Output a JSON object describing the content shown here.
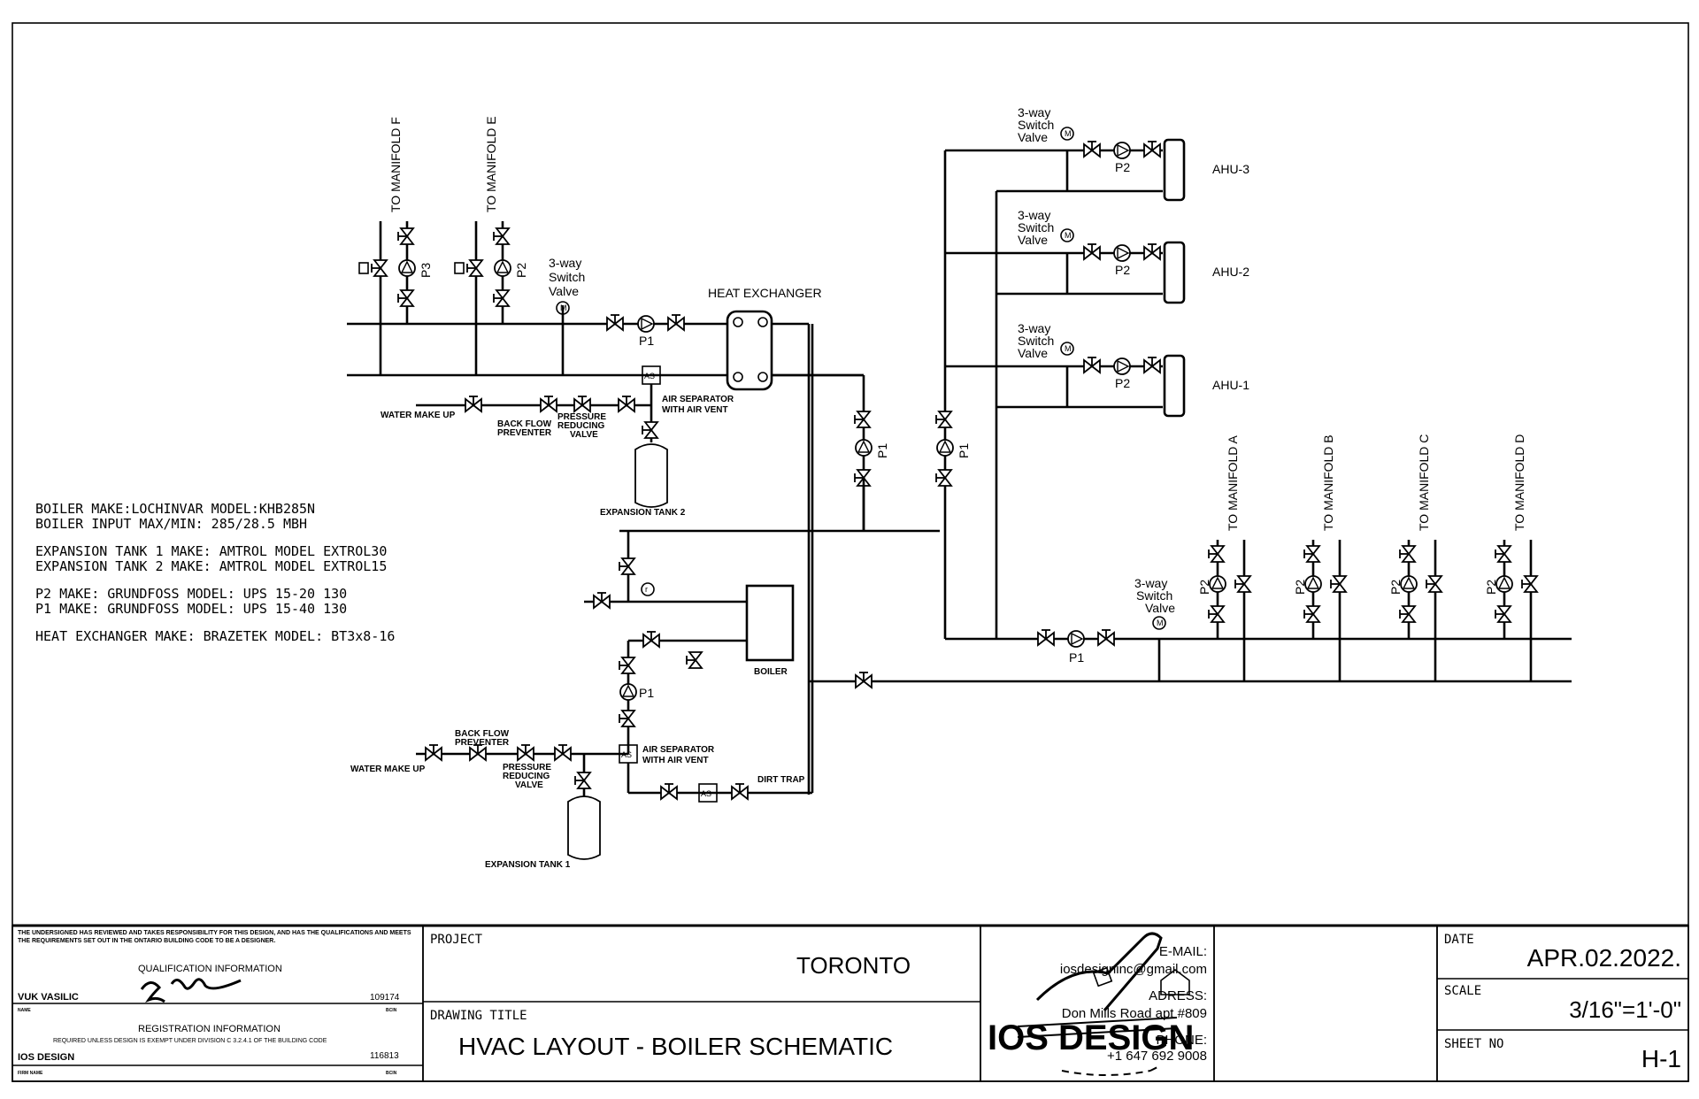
{
  "schematic": {
    "manifold_labels_top": [
      "TO MANIFOLD F",
      "TO MANIFOLD E"
    ],
    "manifold_labels_bottom": [
      "TO MANIFOLD A",
      "TO MANIFOLD B",
      "TO MANIFOLD C",
      "TO MANIFOLD D"
    ],
    "switch_valve_label": [
      "3-way",
      "Switch",
      "Valve"
    ],
    "heat_exchanger": "HEAT EXCHANGER",
    "ahu_labels": [
      "AHU-3",
      "AHU-2",
      "AHU-1"
    ],
    "pump_labels": {
      "p1": "P1",
      "p2": "P2",
      "p3": "P3"
    },
    "motor_symbol": "M",
    "air_sep_symbol": "AS",
    "water_make_up": "WATER MAKE UP",
    "back_flow": [
      "BACK FLOW",
      "PREVENTER"
    ],
    "pressure_reducing": [
      "PRESSURE",
      "REDUCING",
      "VALVE"
    ],
    "air_separator": [
      "AIR SEPARATOR",
      "WITH AIR VENT"
    ],
    "expansion_tank_1": "EXPANSION TANK 1",
    "expansion_tank_2": "EXPANSION TANK 2",
    "boiler": "BOILER",
    "dirt_trap": "DIRT TRAP",
    "gauge_symbol": "r"
  },
  "notes": [
    "BOILER MAKE:LOCHINVAR MODEL:KHB285N",
    "BOILER INPUT MAX/MIN: 285/28.5 MBH",
    "EXPANSION TANK 1 MAKE: AMTROL MODEL EXTROL30",
    "EXPANSION TANK 2 MAKE: AMTROL MODEL EXTROL15",
    "P2 MAKE: GRUNDFOSS MODEL: UPS 15-20 130",
    "P1 MAKE: GRUNDFOSS MODEL: UPS 15-40 130",
    "HEAT EXCHANGER MAKE: BRAZETEK MODEL: BT3x8-16"
  ],
  "title_block": {
    "statement": "THE UNDERSIGNED HAS REVIEWED AND TAKES RESPONSIBILITY FOR THIS DESIGN, AND HAS THE QUALIFICATIONS AND MEETS THE REQUIREMENTS SET OUT IN THE ONTARIO BUILDING CODE TO BE A DESIGNER.",
    "qualification_info": "QUALIFICATION INFORMATION",
    "designer_name": "VUK VASILIC",
    "name_caption": "NAME",
    "bcin_1": "109174",
    "bcin_caption": "BCIN",
    "registration_info": "REGISTRATION INFORMATION",
    "registration_note": "REQUIRED UNLESS DESIGN IS EXEMPT UNDER DIVISION C 3.2.4.1 OF THE BUILDING CODE",
    "firm_name": "IOS DESIGN",
    "firm_caption": "FIRM NAME",
    "bcin_2": "116813",
    "project_caption": "PROJECT",
    "project": "TORONTO",
    "drawing_title_caption": "DRAWING TITLE",
    "drawing_title": "HVAC LAYOUT - BOILER SCHEMATIC",
    "logo_text": "IOS DESIGN",
    "email_caption": "E-MAIL:",
    "email": "iosdesigninc@gmail.com",
    "address_caption": "ADRESS:",
    "address": "Don Mills Road apt #809",
    "phone_caption": "PHONE:",
    "phone": "+1 647 692 9008",
    "date_caption": "DATE",
    "date": "APR.02.2022.",
    "scale_caption": "SCALE",
    "scale": "3/16\"=1'-0\"",
    "sheet_caption": "SHEET NO",
    "sheet_no": "H-1"
  }
}
